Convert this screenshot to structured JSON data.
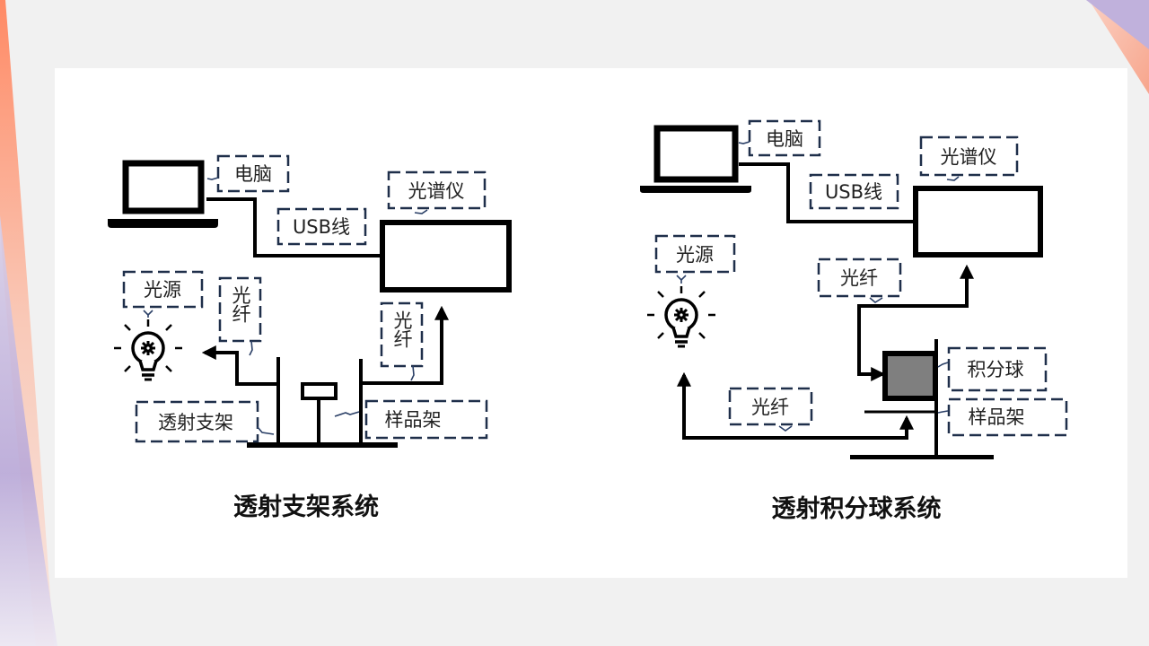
{
  "left_diagram": {
    "title": "透射支架系统",
    "labels": {
      "computer": "电脑",
      "usb_cable": "USB线",
      "spectrometer": "光谱仪",
      "light_source": "光源",
      "fiber_left": "光纤",
      "fiber_right": "光纤",
      "transmission_stand": "透射支架",
      "sample_holder": "样品架"
    }
  },
  "right_diagram": {
    "title": "透射积分球系统",
    "labels": {
      "computer": "电脑",
      "usb_cable": "USB线",
      "spectrometer": "光谱仪",
      "light_source": "光源",
      "fiber_upper": "光纤",
      "fiber_lower": "光纤",
      "integrating_sphere": "积分球",
      "sample_holder": "样品架"
    }
  },
  "colors": {
    "background": "#f1f1f1",
    "panel": "#ffffff",
    "dash_border": "#1f2f4a",
    "sphere_fill": "#7f7f7f",
    "accent_orange": "#ff8a65",
    "accent_purple": "#b9a8d8"
  }
}
